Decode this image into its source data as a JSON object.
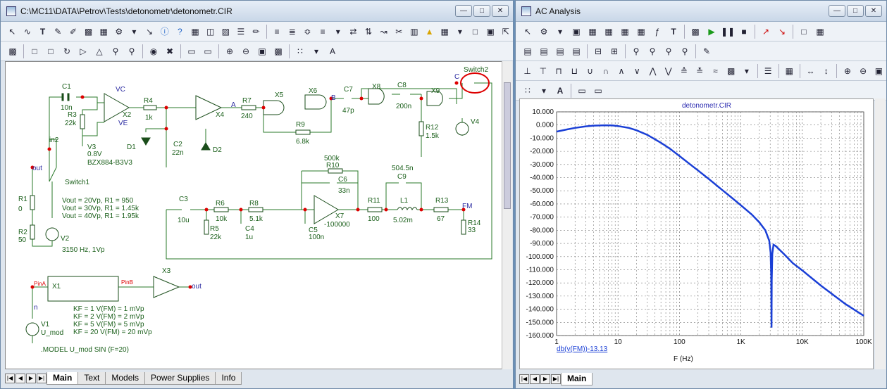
{
  "schematic_window": {
    "title": "C:\\MC11\\DATA\\Petrov\\Tests\\detonometr\\detonometr.CIR",
    "tabs": [
      "Main",
      "Text",
      "Models",
      "Power Supplies",
      "Info"
    ],
    "labels": {
      "c1": "C1",
      "c1v": "10n",
      "r3": "R3",
      "r3v": "22k",
      "vc": "VC",
      "ve": "VE",
      "x2": "X2",
      "v3": "V3",
      "v3v": "0.8V",
      "zener": "BZX884-B3V3",
      "r4": "R4",
      "r4v": "1k",
      "x4": "X4",
      "a": "A",
      "r7": "R7",
      "r7v": "240",
      "x5": "X5",
      "x6": "X6",
      "b": "B",
      "r9": "R9",
      "r9v": "6.8k",
      "c7": "C7",
      "c7v": "47p",
      "x8": "X8",
      "c8": "C8",
      "c8v": "200n",
      "x9": "X9",
      "c": "C",
      "switch2": "Switch2",
      "r12": "R12",
      "r12v": "1.5k",
      "v4": "V4",
      "d1": "D1",
      "c2": "C2",
      "c2v": "22n",
      "d2": "D2",
      "in2": "in2",
      "out": "out",
      "switch1": "Switch1",
      "r1": "R1",
      "r1v": "0",
      "r2": "R2",
      "r2v": "50",
      "v2": "V2",
      "v2v": "3150 Hz, 1Vp",
      "vout1": "Vout = 20Vp, R1 = 950",
      "vout2": "Vout = 30Vp, R1 = 1.45k",
      "vout3": "Vout = 40Vp, R1 = 1.95k",
      "c3": "C3",
      "c3v": "10u",
      "r6": "R6",
      "r6v": "10k",
      "r8": "R8",
      "r8v": "5.1k",
      "r5": "R5",
      "r5v": "22k",
      "c4": "C4",
      "c4v": "1u",
      "r10v": "500k",
      "r10": "R10",
      "c6": "C6",
      "c6v": "33n",
      "c5": "C5",
      "c5v": "100n",
      "x7": "X7",
      "x7v": "-100000",
      "r11": "R11",
      "r11v": "100",
      "c9v": "504.5n",
      "c9": "C9",
      "l1": "L1",
      "l1v": "5.02m",
      "r13": "R13",
      "r13v": "67",
      "fm": "FM",
      "r14": "R14",
      "r14v": "33",
      "pina": "PinA",
      "x1": "X1",
      "pinb": "PinB",
      "x3": "X3",
      "out2": "out",
      "n": "n",
      "v1": "V1",
      "umod": "U_mod",
      "kf1": "KF = 1    V(FM) = 1 mVp",
      "kf2": "KF = 2    V(FM) = 2 mVp",
      "kf3": "KF = 5    V(FM) = 5 mVp",
      "kf4": "KF = 20  V(FM) = 20 mVp",
      "model": ".MODEL U_mod SIN (F=20)"
    }
  },
  "analysis_window": {
    "title": "AC Analysis",
    "tabs": [
      "Main"
    ]
  },
  "chart_data": {
    "type": "line",
    "title": "detonometr.CIR",
    "xlabel": "F (Hz)",
    "ylabel": "",
    "xscale": "log",
    "xlim": [
      1,
      100000
    ],
    "ylim": [
      -160,
      10
    ],
    "x_ticks": [
      "1",
      "10",
      "100",
      "1K",
      "10K",
      "100K"
    ],
    "y_ticks": [
      "10.000",
      "0.000",
      "-10.000",
      "-20.000",
      "-30.000",
      "-40.000",
      "-50.000",
      "-60.000",
      "-70.000",
      "-80.000",
      "-90.000",
      "-100.000",
      "-110.000",
      "-120.000",
      "-130.000",
      "-140.000",
      "-150.000",
      "-160.000"
    ],
    "grid": true,
    "color": "#1a3fd6",
    "series": [
      {
        "name": "db(v(FM))-13.13",
        "x": [
          1,
          1.5,
          2,
          3,
          4,
          6,
          8,
          10,
          15,
          20,
          30,
          50,
          70,
          100,
          150,
          200,
          300,
          500,
          700,
          1000,
          1500,
          2000,
          2500,
          2900,
          3050,
          3120,
          3150,
          3180,
          3250,
          3400,
          3700,
          4200,
          5000,
          7000,
          10000,
          20000,
          50000,
          100000
        ],
        "y": [
          -5,
          -3.3,
          -2.2,
          -1,
          -0.5,
          -0.2,
          -0.3,
          -0.8,
          -2.2,
          -4,
          -7.5,
          -13.5,
          -18,
          -23.5,
          -30,
          -34.5,
          -41,
          -49.5,
          -55,
          -61,
          -68,
          -74,
          -80,
          -88,
          -97,
          -115,
          -154,
          -118,
          -98,
          -91,
          -92,
          -94.5,
          -98,
          -105,
          -110.5,
          -122,
          -136,
          -145
        ]
      }
    ]
  }
}
